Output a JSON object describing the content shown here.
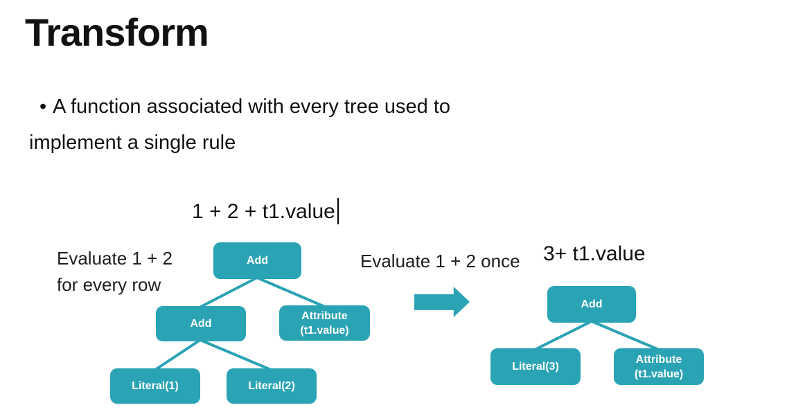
{
  "slide": {
    "title": "Transform",
    "bullet_glyph": "•",
    "bullet_line1": "A function associated with every tree used to",
    "bullet_line2": "implement a single rule",
    "expression": "1 + 2 + t1.value"
  },
  "left_tree": {
    "annotation_line1": "Evaluate 1 + 2",
    "annotation_line2": "for every row",
    "nodes": [
      {
        "label": "Add"
      },
      {
        "label": "Add"
      },
      {
        "label": "Attribute",
        "sublabel": "(t1.value)"
      },
      {
        "label": "Literal(1)"
      },
      {
        "label": "Literal(2)"
      }
    ]
  },
  "right_tree": {
    "annotation": "Evaluate 1 + 2 once",
    "expression": "3+ t1.value",
    "nodes": [
      {
        "label": "Add"
      },
      {
        "label": "Literal(3)"
      },
      {
        "label": "Attribute",
        "sublabel": "(t1.value)"
      }
    ]
  },
  "colors": {
    "node_fill": "#2aa3b5",
    "node_text": "#ffffff",
    "edge_stroke": "#2aa3b5",
    "arrow_fill": "#2aa3b5",
    "text_primary": "#111111",
    "background": "#ffffff"
  }
}
